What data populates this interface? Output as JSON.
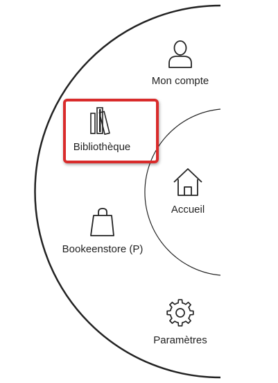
{
  "menu": {
    "items": [
      {
        "id": "account",
        "label": "Mon compte",
        "icon": "user-icon"
      },
      {
        "id": "library",
        "label": "Bibliothèque",
        "icon": "books-icon"
      },
      {
        "id": "home",
        "label": "Accueil",
        "icon": "home-icon"
      },
      {
        "id": "store",
        "label": "Bookeenstore (P)",
        "icon": "shopping-bag-icon"
      },
      {
        "id": "settings",
        "label": "Paramètres",
        "icon": "gear-icon"
      }
    ],
    "highlighted": "library"
  },
  "colors": {
    "highlight": "#d92b2b",
    "line": "#222222",
    "background": "#ffffff"
  }
}
